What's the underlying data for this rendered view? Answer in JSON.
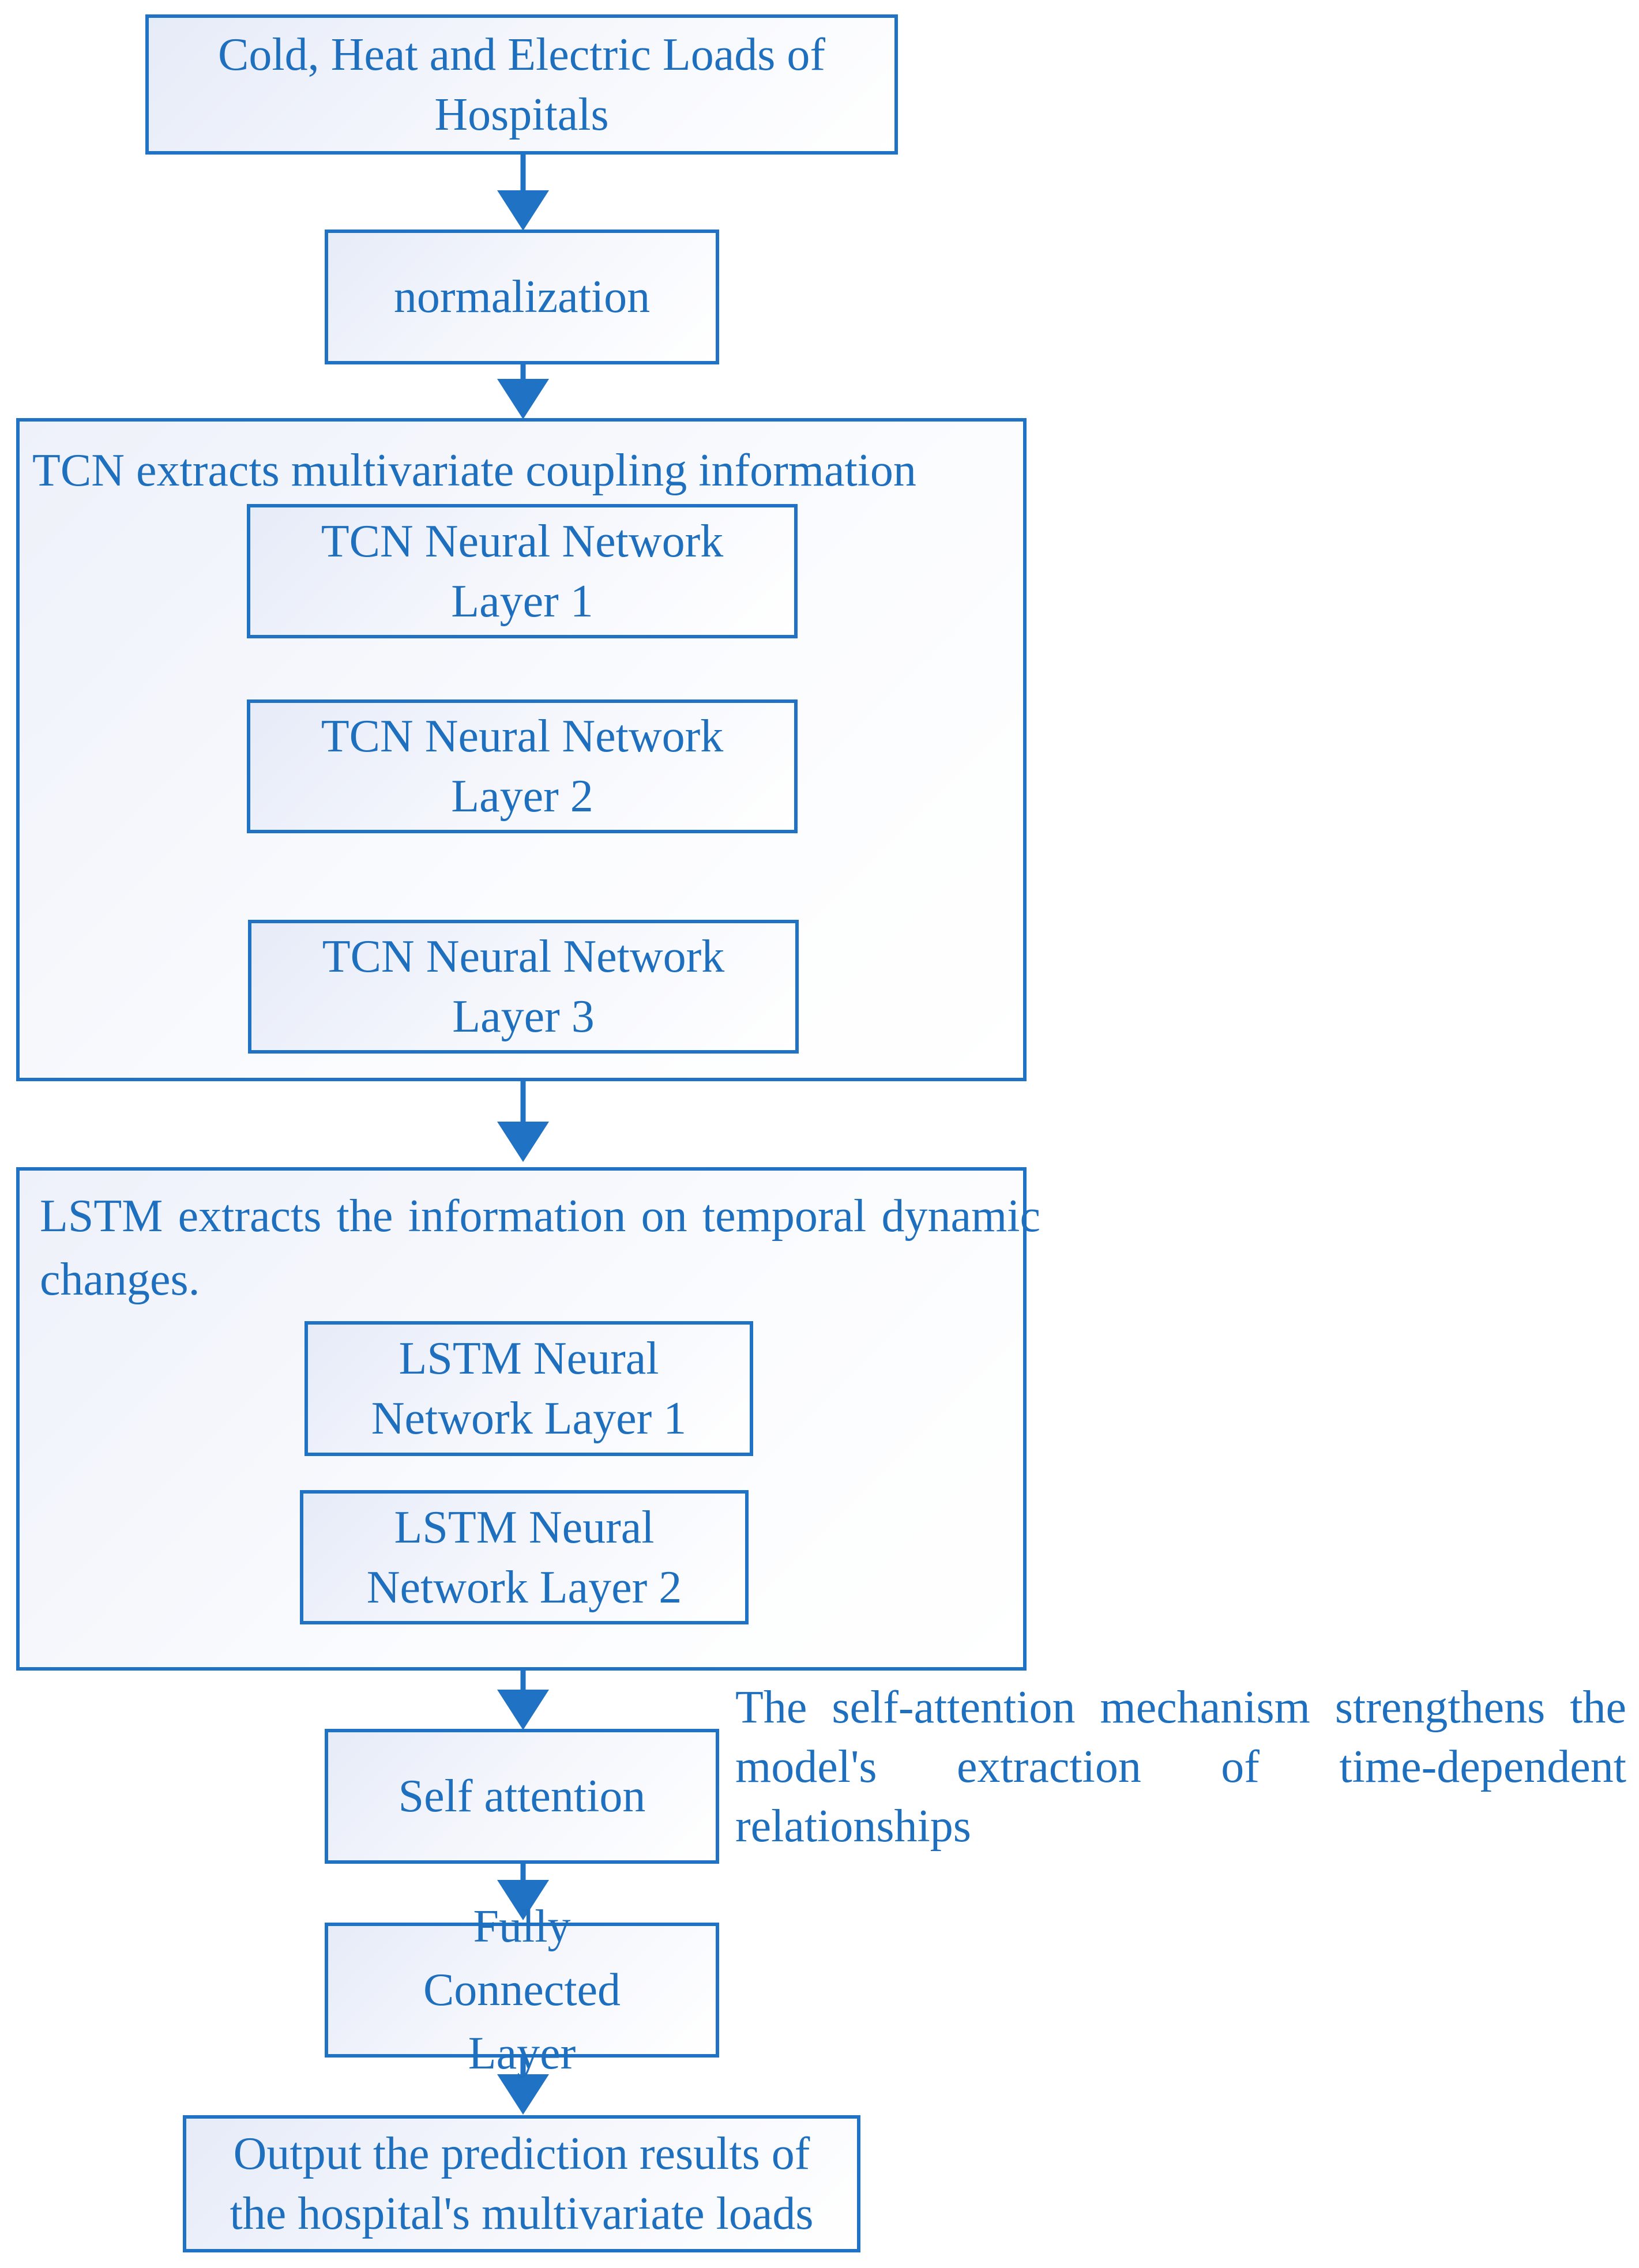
{
  "nodes": {
    "input": "Cold, Heat and Electric Loads of Hospitals",
    "normalization": "normalization",
    "tcn_group_title": "TCN extracts multivariate coupling information",
    "tcn_layer_1": "TCN Neural Network Layer 1",
    "tcn_layer_2": "TCN Neural Network Layer 2",
    "tcn_layer_3": "TCN Neural Network Layer 3",
    "lstm_group_title": "LSTM extracts the  information on temporal dynamic changes.",
    "lstm_layer_1": "LSTM Neural Network Layer 1",
    "lstm_layer_2": "LSTM Neural Network Layer 2",
    "self_attention": "Self attention",
    "fully_connected": "Fully Connected Layer",
    "output": "Output the prediction results of the hospital's multivariate loads"
  },
  "annotations": {
    "self_attention_note": "The  self-attention mechanism strengthens the model's extraction of time-dependent relationships"
  },
  "colors": {
    "stroke": "#1f72c4",
    "text": "#1f6fbf",
    "fill_gradient_start": "#e6ebf8"
  }
}
